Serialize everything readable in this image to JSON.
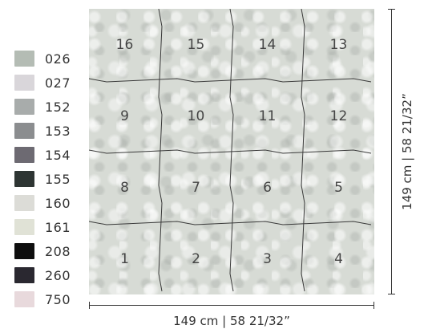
{
  "swatches": [
    {
      "code": "026",
      "color": "#b4bcb4"
    },
    {
      "code": "027",
      "color": "#d9d6da"
    },
    {
      "code": "152",
      "color": "#a8acab"
    },
    {
      "code": "153",
      "color": "#8b8d8f"
    },
    {
      "code": "154",
      "color": "#6d6a72"
    },
    {
      "code": "155",
      "color": "#2e3533"
    },
    {
      "code": "160",
      "color": "#dcdcd7"
    },
    {
      "code": "161",
      "color": "#e0e2d6"
    },
    {
      "code": "208",
      "color": "#0e0e0e"
    },
    {
      "code": "260",
      "color": "#2a2830"
    },
    {
      "code": "750",
      "color": "#e8d9dc"
    }
  ],
  "tiles": [
    [
      "16",
      "15",
      "14",
      "13"
    ],
    [
      "9",
      "10",
      "11",
      "12"
    ],
    [
      "8",
      "7",
      "6",
      "5"
    ],
    [
      "1",
      "2",
      "3",
      "4"
    ]
  ],
  "dimension_height": "149 cm | 58 21/32”",
  "dimension_width": "149 cm | 58 21/32”"
}
